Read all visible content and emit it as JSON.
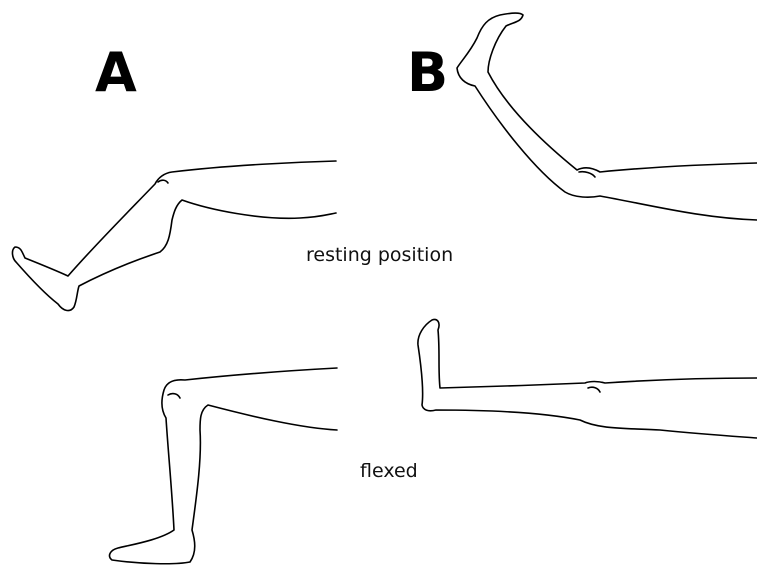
{
  "panels": {
    "a_label": "A",
    "b_label": "B"
  },
  "captions": {
    "resting": "resting position",
    "flexed": "flexed"
  },
  "colors": {
    "ink": "#000000",
    "background": "#ffffff"
  }
}
